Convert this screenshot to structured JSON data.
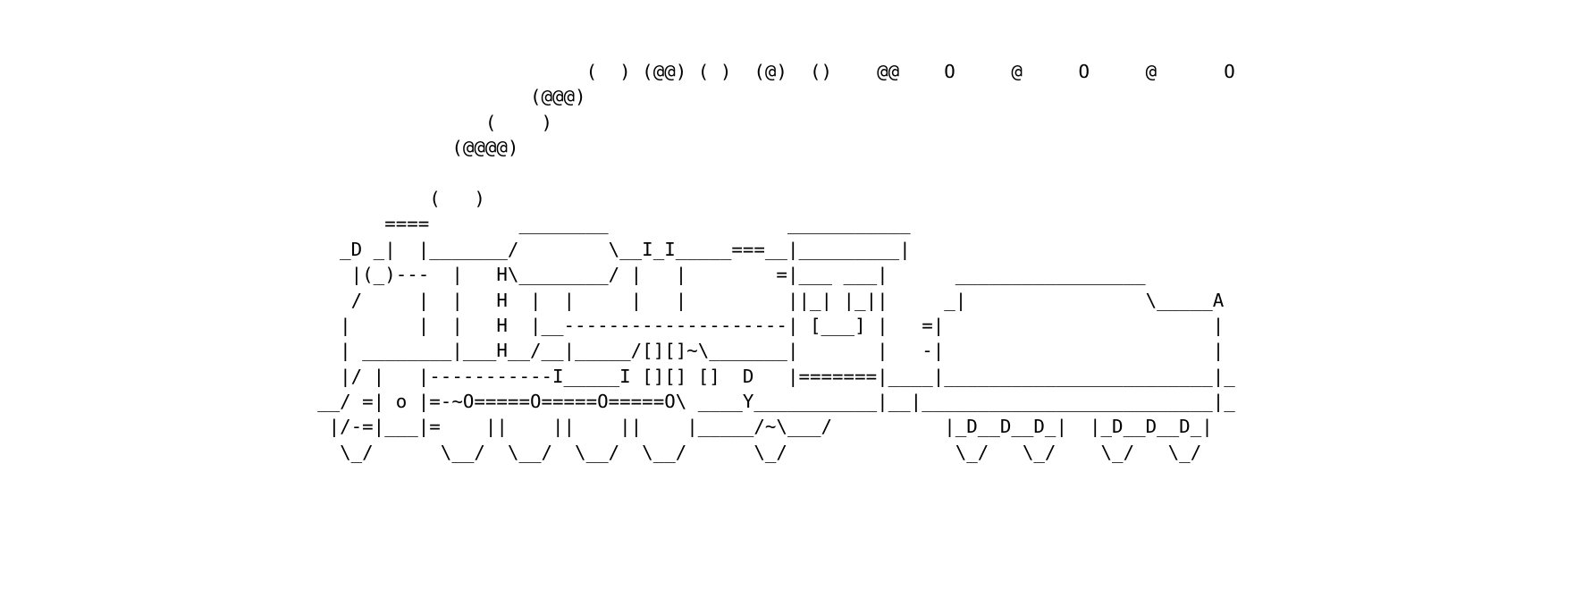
{
  "terminal": {
    "background": "#ffffff",
    "text_color": "#000000",
    "lines": [
      "                            (  ) (@@) ( )  (@)  ()    @@    O     @     O     @      O",
      "                       (@@@)",
      "                   (    )",
      "                (@@@@)",
      "",
      "              (   )",
      "          ====        ________                ___________",
      "      _D _|  |_______/        \\__I_I_____===__|_________|",
      "       |(_)---  |   H\\________/ |   |        =|___ ___|      _________________",
      "       /     |  |   H  |  |     |   |         ||_| |_||     _|                \\_____A",
      "      |      |  |   H  |__--------------------| [___] |   =|                        |",
      "      | ________|___H__/__|_____/[][]~\\_______|       |   -|                        |",
      "      |/ |   |-----------I_____I [][] []  D   |=======|____|________________________|_",
      "    __/ =| o |=-~O=====O=====O=====O\\ ____Y___________|__|__________________________|_",
      "     |/-=|___|=    ||    ||    ||    |_____/~\\___/          |_D__D__D_|  |_D__D__D_|",
      "      \\_/      \\__/  \\__/  \\__/  \\__/      \\_/               \\_/   \\_/    \\_/   \\_/"
    ]
  }
}
